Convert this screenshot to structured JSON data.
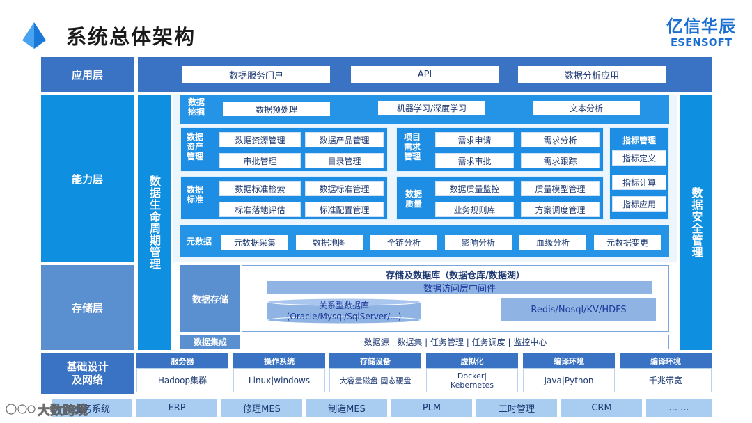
{
  "header": {
    "title": "系统总体架构",
    "logo_cn": "亿信华辰",
    "logo_en": "ESENSOFT",
    "brand_color": "#1b6fd1"
  },
  "layers": {
    "app": "应用层",
    "capability": "能力层",
    "storage": "存储层",
    "infra": "基础设计\n及网络"
  },
  "app_items": [
    "数据服务门户",
    "API",
    "数据分析应用"
  ],
  "lifecycle": "数据生命周期管理",
  "security": "数据安全管理",
  "mining": {
    "label": "数据\n挖掘",
    "items": [
      "数据预处理",
      "机器学习/深度学习",
      "文本分析"
    ]
  },
  "asset": {
    "label": "数据\n资产\n管理",
    "items": [
      "数据资源管理",
      "数据产品管理",
      "审批管理",
      "目录管理"
    ]
  },
  "standard": {
    "label": "数据\n标准",
    "items": [
      "数据标准检索",
      "数据标准管理",
      "标准落地评估",
      "标准配置管理"
    ]
  },
  "demand": {
    "label": "项目\n需求\n管理",
    "items": [
      "需求申请",
      "需求分析",
      "需求审批",
      "需求跟踪"
    ]
  },
  "quality": {
    "label": "数据\n质量",
    "items": [
      "数据质量监控",
      "质量模型管理",
      "业务规则库",
      "方案调度管理"
    ]
  },
  "metric": {
    "items": [
      "指标管理",
      "指标定义",
      "指标计算",
      "指标应用"
    ]
  },
  "metadata": {
    "label": "元数据",
    "items": [
      "元数据采集",
      "数据地图",
      "全链分析",
      "影响分析",
      "血缘分析",
      "元数据变更"
    ]
  },
  "storage_block": {
    "label": "数据存储",
    "title": "存储及数据库（数据仓库/数据湖）",
    "middleware": "数据访问层中间件",
    "relational": "关系型数据库",
    "relational_sub": "(Oracle/Mysql/SqlServer/...)",
    "nosql": "Redis/Nosql/KV/HDFS"
  },
  "integration": {
    "label": "数据集成",
    "text": "数据源 | 数据集 | 任务管理 | 任务调度 | 监控中心"
  },
  "infra_items": [
    {
      "title": "服务器",
      "value": "Hadoop集群"
    },
    {
      "title": "操作系统",
      "value": "Linux|windows"
    },
    {
      "title": "存储设备",
      "value": "大容量磁盘|固态硬盘"
    },
    {
      "title": "虚拟化",
      "value": "Docker|\nKebernetes"
    },
    {
      "title": "编译环境",
      "value": "Java|Python"
    },
    {
      "title": "编译环境",
      "value": "千兆带宽"
    }
  ],
  "bottom_items": [
    "业务系统",
    "ERP",
    "修理MES",
    "制造MES",
    "PLM",
    "工时管理",
    "CRM",
    "... ..."
  ],
  "watermark": {
    "logo_text": "大数跨境"
  }
}
